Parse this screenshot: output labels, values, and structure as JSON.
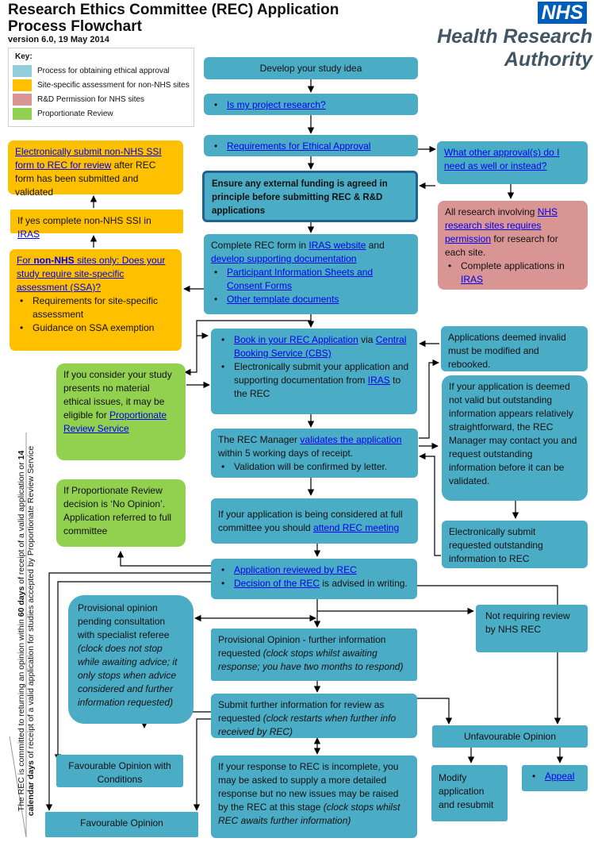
{
  "header": {
    "title": "Research Ethics Committee (REC) Application Process Flowchart",
    "version": "version 6.0, 19 May 2014",
    "logo_text": "NHS",
    "org": "Health Research Authority"
  },
  "key": {
    "title": "Key:",
    "items": [
      {
        "label": "Process for obtaining ethical approval",
        "color": "#92cddc"
      },
      {
        "label": "Site-specific assessment for non-NHS sites",
        "color": "#ffc000"
      },
      {
        "label": "R&D Permission for NHS sites",
        "color": "#d99594"
      },
      {
        "label": "Proportionate Review",
        "color": "#92d050"
      }
    ]
  },
  "colors": {
    "process": "#4bacc6",
    "ssa": "#ffc000",
    "rd": "#d99594",
    "proportionate": "#92d050",
    "link": "#0000ee"
  },
  "boxes": {
    "develop": "Develop your study idea",
    "is_research": "Is my project research?",
    "requirements": "Requirements for Ethical Approval",
    "other_approvals": "What other approval(s) do I need as well or instead?",
    "funding": "Ensure any external funding is agreed in principle before submitting REC & R&D applications",
    "nhs_sites": {
      "p1": "All research involving ",
      "link": "NHS research sites requires permission",
      "p2": " for research for each site.",
      "bullet_pre": "Complete applications in ",
      "bullet_link": "IRAS"
    },
    "complete_form": {
      "p1": "Complete REC form in ",
      "link1": "IRAS website",
      "p2": " and ",
      "link2": "develop supporting documentation",
      "bullet1": "Participant Information Sheets and Consent Forms",
      "bullet2": "Other template documents"
    },
    "ssi_submit": {
      "link": "Electronically submit non-NHS SSI form to REC for review",
      "text": " after REC form has been submitted and validated"
    },
    "ssi_iras": {
      "text": "If yes complete non-NHS SSI in ",
      "link": "IRAS"
    },
    "ssa_question": {
      "link1": "For ",
      "link_bold": "non-NHS",
      "link2": " sites only: Does your study require site-specific assessment (SSA)?",
      "bullet1": "Requirements for site-specific assessment",
      "bullet2": "Guidance on SSA exemption"
    },
    "book": {
      "link1": "Book in your REC Application",
      "mid": " via ",
      "link2": "Central Booking Service (CBS)",
      "bullet2_pre": "Electronically submit your application and supporting documentation from ",
      "bullet2_link": "IRAS",
      "bullet2_post": " to the REC"
    },
    "invalid": "Applications deemed invalid must be modified and rebooked.",
    "proportionate_eligible": {
      "text": "If you consider your study presents no material ethical issues, it may be eligible for ",
      "link": "Proportionate Review Service"
    },
    "validates": {
      "p1": "The REC Manager ",
      "link": "validates the application",
      "p2": " within 5 working days of receipt.",
      "bullet": "Validation will be confirmed by letter."
    },
    "outstanding": "If your application is deemed not valid but outstanding information appears relatively straightforward, the REC Manager may contact you and request outstanding information before it can be validated.",
    "no_opinion": "If Proportionate Review decision is ‘No Opinion’. Application referred to full committee",
    "full_committee": {
      "text": "If your application is being considered at full committee you should ",
      "link": "attend REC meeting"
    },
    "submit_outstanding": "Electronically submit requested outstanding information to REC",
    "reviewed": {
      "bullet1_link": "Application reviewed by REC",
      "bullet2_link": "Decision of the REC",
      "bullet2_text": " is advised in writing."
    },
    "provisional_consult": {
      "text": "Provisional opinion pending consultation with specialist referee ",
      "italic": "(clock does not stop while awaiting advice; it only stops when advice considered and further information requested)"
    },
    "not_requiring": "Not requiring review by NHS REC",
    "provisional": {
      "text": "Provisional Opinion - further information requested ",
      "italic": "(clock stops whilst awaiting response; you have two months to respond)"
    },
    "submit_further": {
      "text": "Submit further information for review as requested ",
      "italic": "(clock restarts when further info received by REC)"
    },
    "unfavourable": "Unfavourable Opinion",
    "favourable_conditions": "Favourable Opinion with Conditions",
    "incomplete": {
      "text": "If your response to REC is incomplete, you may be asked to supply a more detailed response but no new issues may be raised by the REC at this stage ",
      "italic": "(clock stops whilst REC awaits further information)"
    },
    "modify": "Modify application and resubmit",
    "appeal": "Appeal",
    "favourable": "Favourable Opinion"
  },
  "side_note": {
    "p1": "The REC is committed to returning an opinion within ",
    "b1": "60 days",
    "p2": " of receipt of a valid application or ",
    "b2": "14 calendar days",
    "p3": " of receipt of a valid application for studies accepted by Proportionate Review Service"
  }
}
